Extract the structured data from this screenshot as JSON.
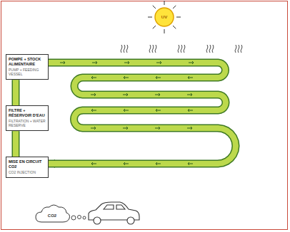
{
  "diagram": {
    "nodes": [
      {
        "text": [
          "POMPE + STOCK ALIMENTAIRE",
          "PUMP + FEEDING VESSEL"
        ]
      },
      {
        "text": [
          "FILTRE + RÉSERVOIR D'EAU",
          "FILTRATION + WATER RESERVE"
        ]
      },
      {
        "text": [
          "MISE EN CIRCUIT CO2",
          "CO2 INJECTION"
        ]
      }
    ],
    "edges": [
      {
        "from": 0,
        "to": 2,
        "arrow": "to"
      },
      {
        "from": 1,
        "to": 0,
        "arrow": "none"
      },
      {
        "from": 2,
        "to": 1,
        "arrow": "none"
      }
    ],
    "labels": [
      "UV",
      "CO2"
    ]
  }
}
